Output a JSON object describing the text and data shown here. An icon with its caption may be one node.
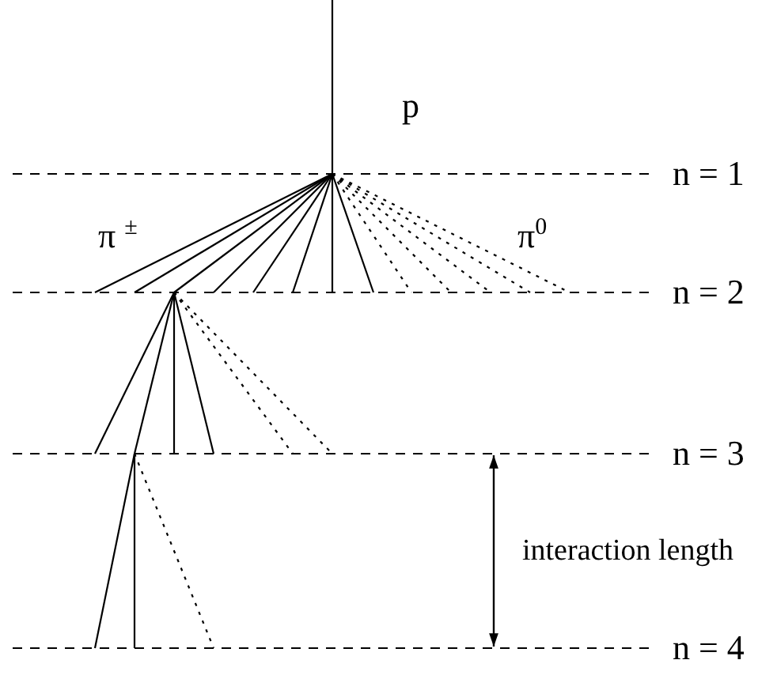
{
  "diagram": {
    "labels": [
      "p",
      "n = 1",
      "π $^{±}$",
      "π$^{0}$",
      "n = 2",
      "n = 3",
      "interaction length",
      "n = 4"
    ]
  }
}
